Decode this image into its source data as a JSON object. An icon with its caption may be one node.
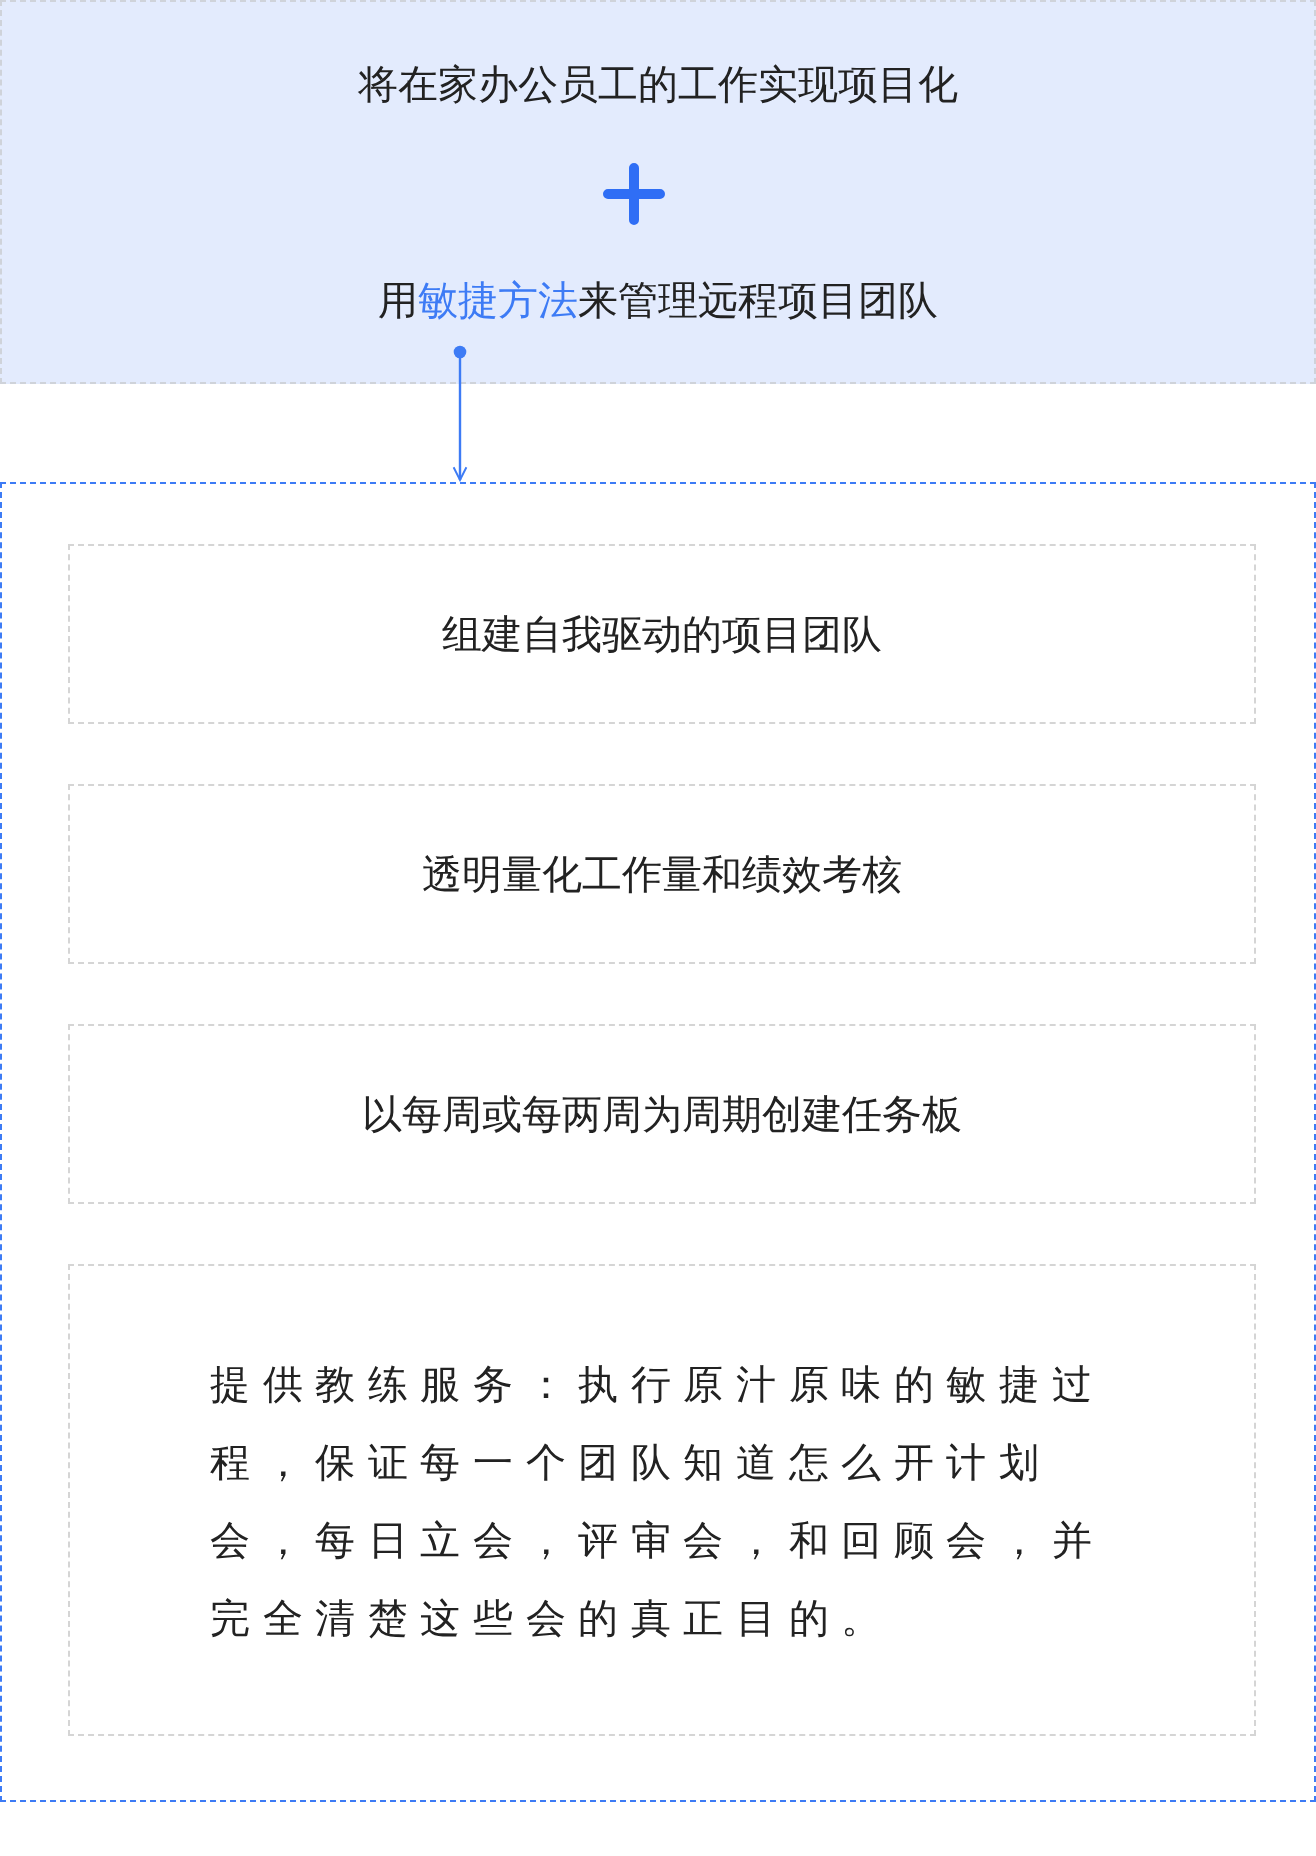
{
  "diagram": {
    "nodes": [
      {
        "text": [
          "将在家办公员工的工作实现项目化",
          "用**敏捷方法**来管理远程项目团队"
        ]
      },
      {
        "text": [],
        "shape": "box"
      },
      {
        "text": [
          "组建自我驱动的项目团队"
        ],
        "in": 1
      },
      {
        "text": [
          "透明量化工作量和绩效考核"
        ],
        "in": 1
      },
      {
        "text": [
          "以每周或每两周为周期创建任务板"
        ],
        "in": 1
      },
      {
        "text": [
          "提供教练服务：执行原汁原味的敏捷过程，保证每一个团队知道怎么开计划会，每日立会，评审会，和回顾会，并完全清楚这些会的真正目的。"
        ],
        "in": 1
      }
    ],
    "edges": [
      {
        "from": 0,
        "to": 1,
        "arrow": "to"
      }
    ]
  }
}
